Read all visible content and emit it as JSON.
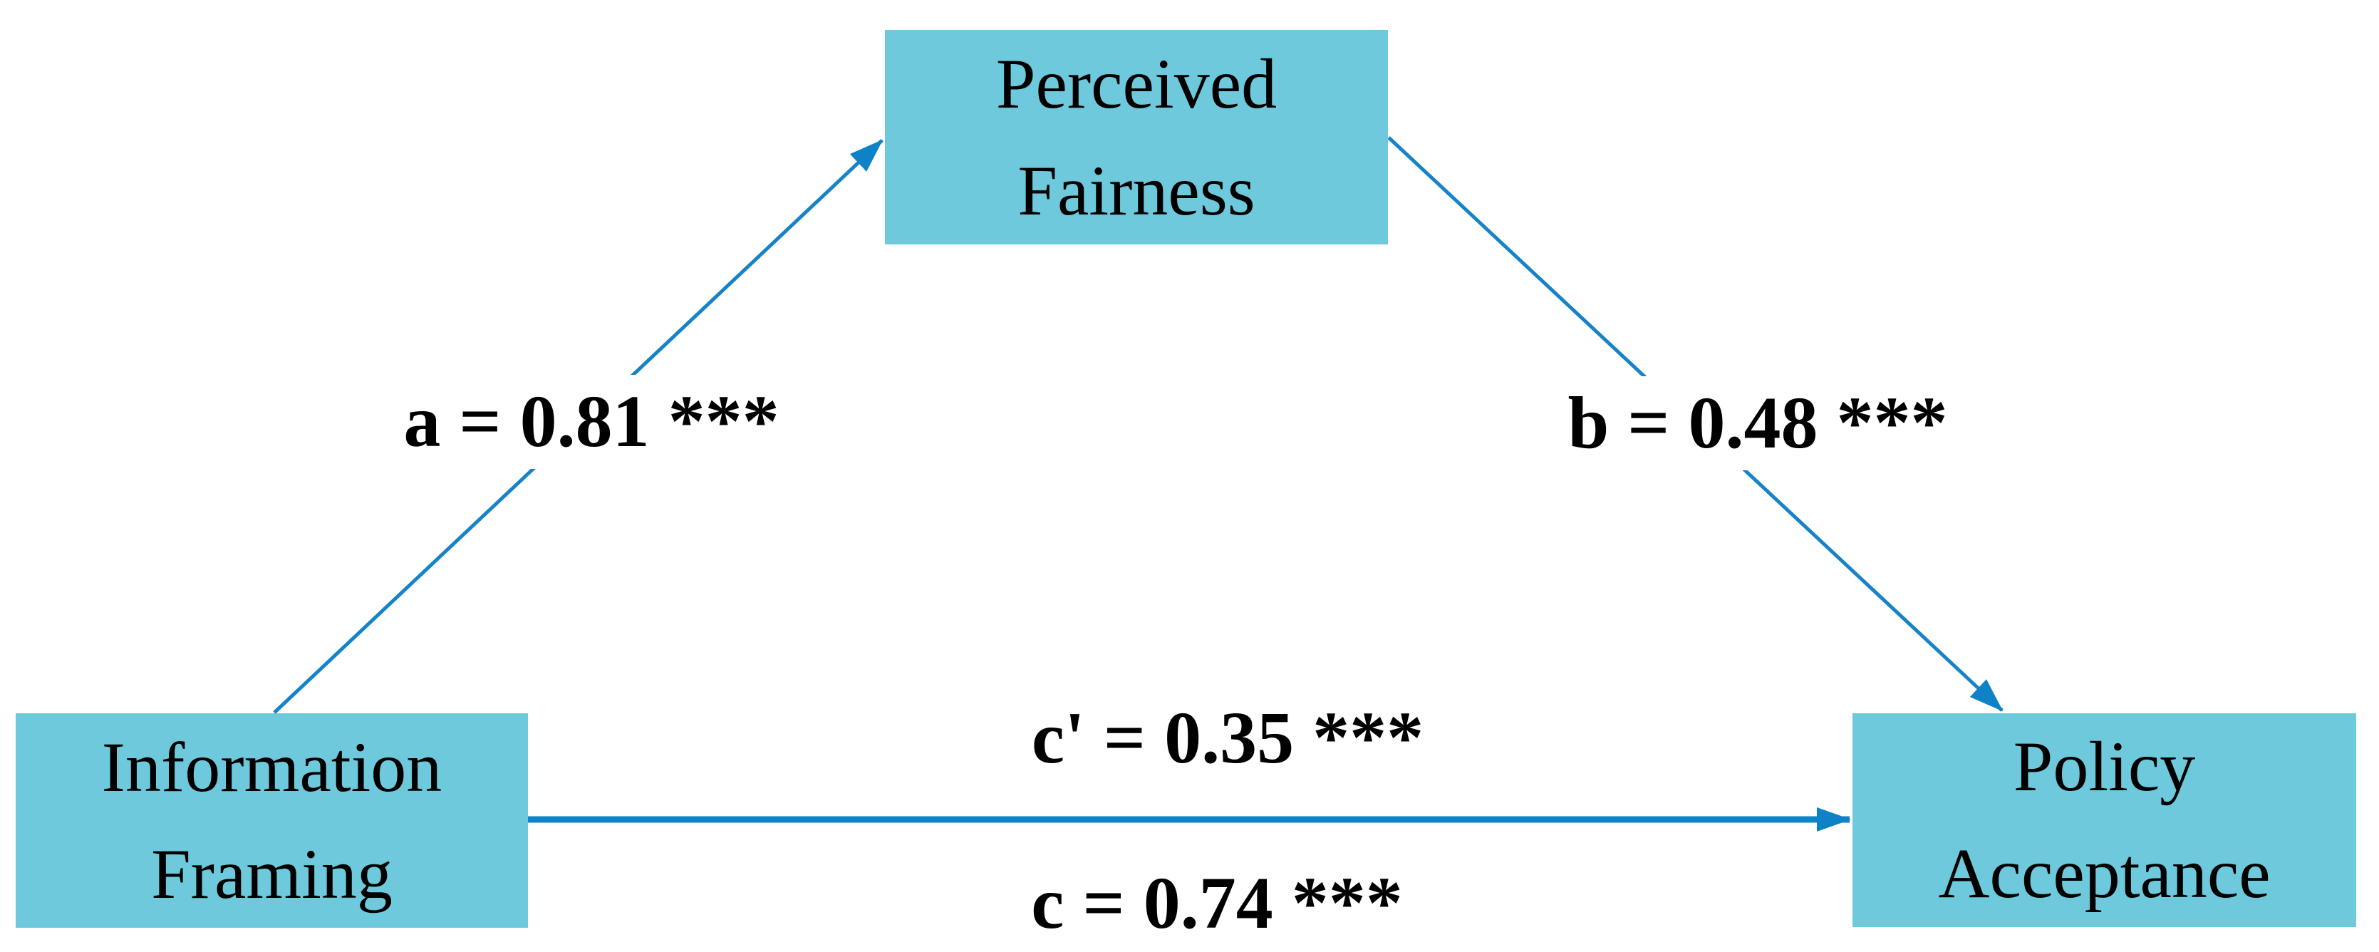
{
  "figure": {
    "kind": "mediation-path-diagram",
    "background_color": "#ffffff"
  },
  "colors": {
    "node_fill": "#6dc9db",
    "arrow": "#0e82c6",
    "text": "#000000"
  },
  "nodes": {
    "predictor": {
      "line1": "Information",
      "line2": "Framing"
    },
    "mediator": {
      "line1": "Perceived",
      "line2": "Fairness"
    },
    "outcome": {
      "line1": "Policy",
      "line2": "Acceptance"
    }
  },
  "paths": {
    "a": {
      "label": "a = 0.81 ***",
      "from": "Information Framing",
      "to": "Perceived Fairness",
      "coefficient": 0.81,
      "significance": "***"
    },
    "b": {
      "label": "b = 0.48 ***",
      "from": "Perceived Fairness",
      "to": "Policy Acceptance",
      "coefficient": 0.48,
      "significance": "***"
    },
    "c_prime": {
      "label": "c' = 0.35 ***",
      "from": "Information Framing",
      "to": "Policy Acceptance",
      "coefficient": 0.35,
      "significance": "***"
    },
    "c": {
      "label": "c = 0.74 ***",
      "from": "Information Framing",
      "to": "Policy Acceptance",
      "coefficient": 0.74,
      "significance": "***"
    }
  }
}
